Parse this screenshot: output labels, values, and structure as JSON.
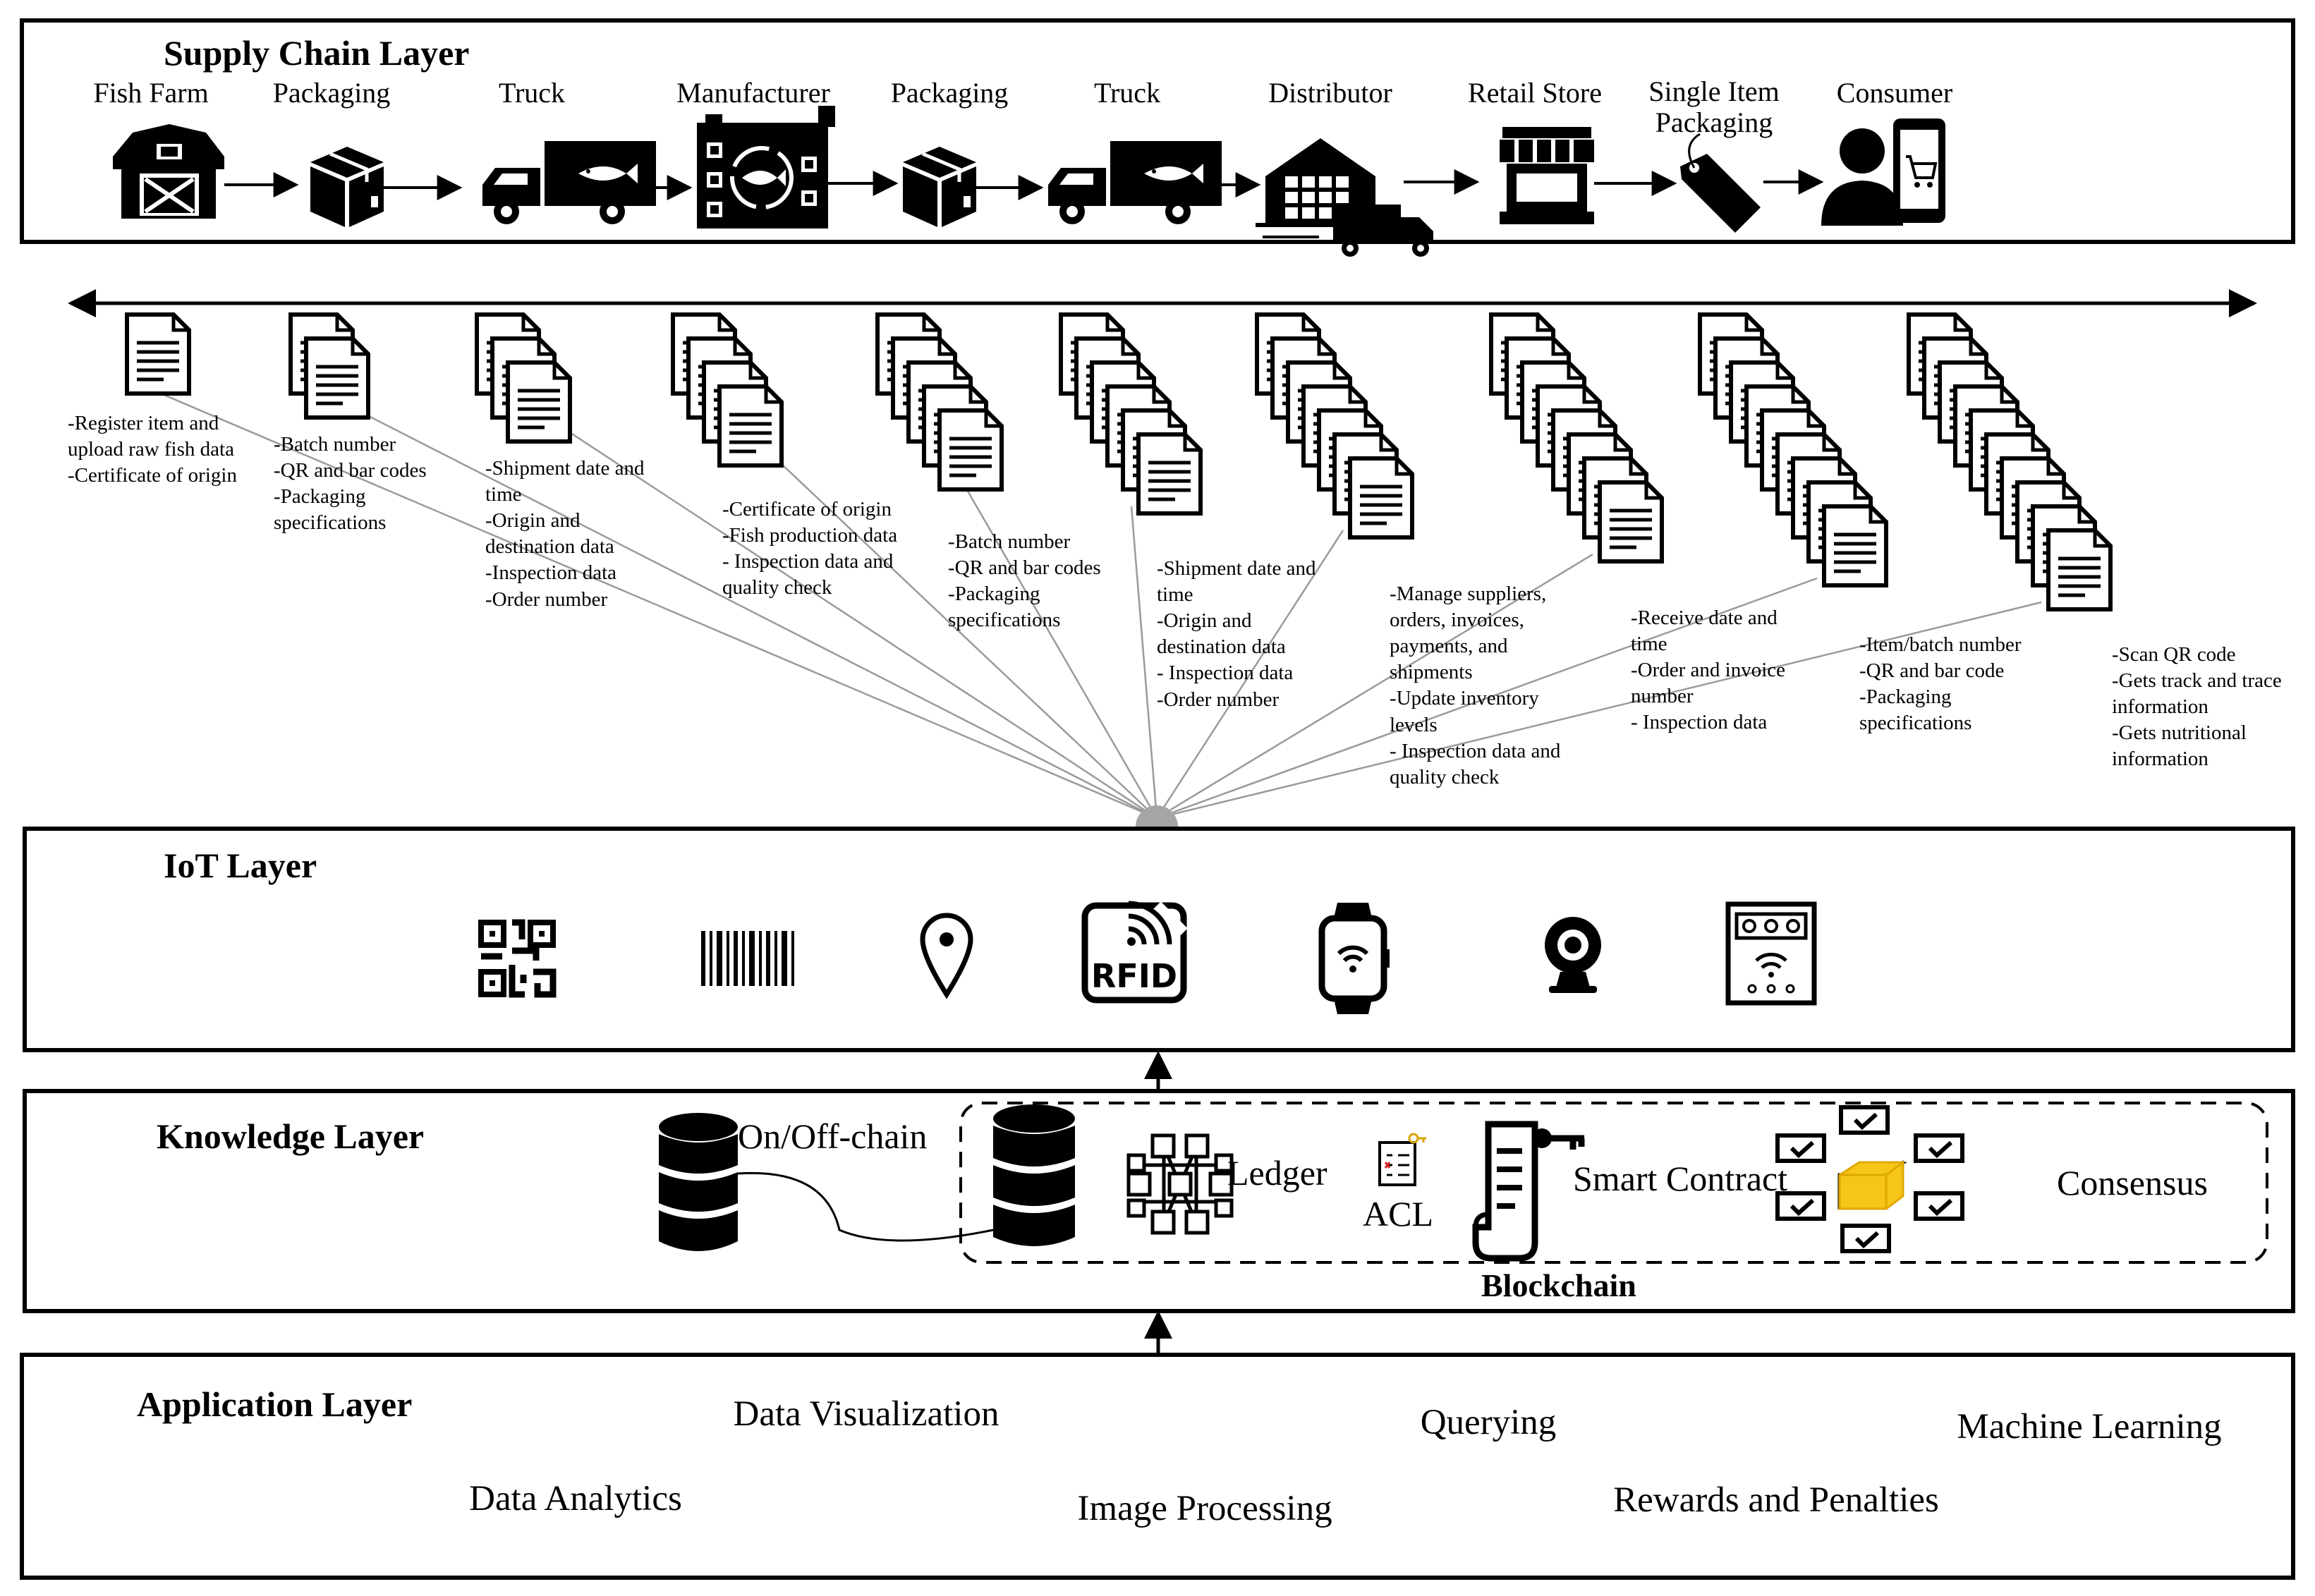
{
  "layers": {
    "supply_chain": "Supply Chain Layer",
    "iot": "IoT Layer",
    "knowledge": "Knowledge Layer",
    "application": "Application Layer"
  },
  "supply_chain_steps": [
    {
      "label": "Fish Farm",
      "icon": "barn-icon"
    },
    {
      "label": "Packaging",
      "icon": "box-icon"
    },
    {
      "label": "Truck",
      "icon": "fish-truck-icon"
    },
    {
      "label": "Manufacturer",
      "icon": "factory-icon"
    },
    {
      "label": "Packaging",
      "icon": "box-icon"
    },
    {
      "label": "Truck",
      "icon": "fish-truck-icon"
    },
    {
      "label": "Distributor",
      "icon": "warehouse-icon"
    },
    {
      "label": "Retail Store",
      "icon": "store-icon"
    },
    {
      "label": "Single Item Packaging",
      "icon": "price-tag-icon"
    },
    {
      "label": "Consumer",
      "icon": "consumer-phone-icon"
    }
  ],
  "stage_notes": [
    [
      "-Register item and",
      "upload raw fish data",
      "-Certificate of origin"
    ],
    [
      "-Batch number",
      "-QR and bar codes",
      "-Packaging",
      "specifications"
    ],
    [
      "-Shipment date and",
      "time",
      "-Origin and",
      "destination data",
      "-Inspection data",
      "-Order number"
    ],
    [
      "-Certificate of origin",
      "-Fish production data",
      "- Inspection data and",
      "quality check"
    ],
    [
      "-Batch number",
      "-QR and bar codes",
      "-Packaging",
      "specifications"
    ],
    [
      "-Shipment date and",
      "time",
      "-Origin and",
      "destination data",
      "- Inspection data",
      "-Order number"
    ],
    [
      "-Manage suppliers,",
      "orders, invoices,",
      "payments, and",
      "shipments",
      "-Update inventory",
      "levels",
      "- Inspection data and",
      "quality check"
    ],
    [
      "-Receive date and",
      "time",
      "-Order and invoice",
      "number",
      "- Inspection data"
    ],
    [
      "-Item/batch number",
      "-QR and bar code",
      "-Packaging",
      "specifications"
    ],
    [
      "-Scan QR code",
      "-Gets track and trace",
      "information",
      "-Gets nutritional",
      "information"
    ]
  ],
  "iot_devices": [
    "qr-code-icon",
    "barcode-icon",
    "location-pin-icon",
    "rfid-icon",
    "smartwatch-icon",
    "webcam-icon",
    "smart-meter-icon"
  ],
  "rfid_text": "RFID",
  "knowledge": {
    "on_off_chain": "On/Off-chain",
    "ledger": "Ledger",
    "acl": "ACL",
    "smart_contract": "Smart Contract",
    "consensus": "Consensus",
    "blockchain": "Blockchain"
  },
  "application_items": [
    "Data Visualization",
    "Querying",
    "Machine Learning",
    "Data Analytics",
    "Image Processing",
    "Rewards and Penalties"
  ],
  "colors": {
    "line": "#000000",
    "fan_line": "#9a9a9a",
    "consensus_cube": "#f5c518"
  }
}
